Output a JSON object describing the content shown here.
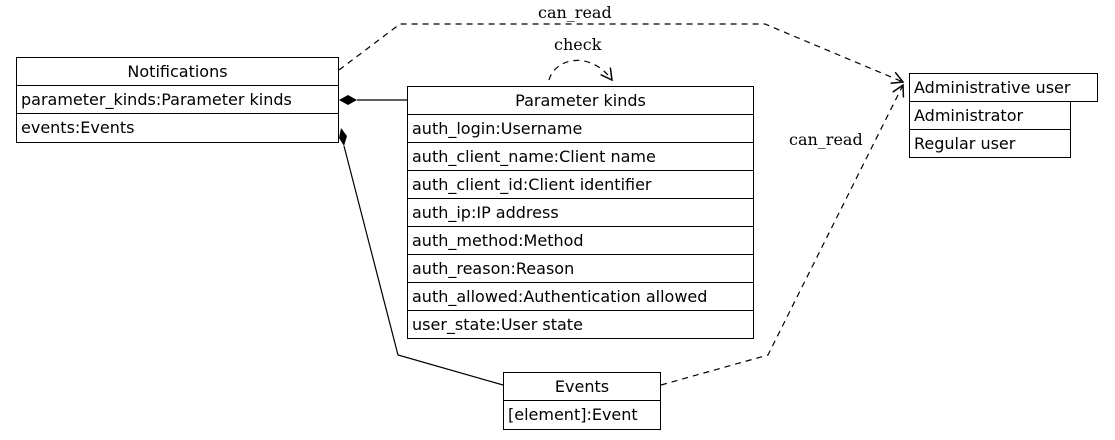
{
  "notifications": {
    "title": "Notifications",
    "rows": [
      "parameter_kinds:Parameter kinds",
      "events:Events"
    ]
  },
  "parameter_kinds": {
    "title": "Parameter kinds",
    "rows": [
      "auth_login:Username",
      "auth_client_name:Client name",
      "auth_client_id:Client identifier",
      "auth_ip:IP address",
      "auth_method:Method",
      "auth_reason:Reason",
      "auth_allowed:Authentication allowed",
      "user_state:User state"
    ]
  },
  "events": {
    "title": "Events",
    "rows": [
      "[element]:Event"
    ]
  },
  "roles": [
    "Administrative user",
    "Administrator",
    "Regular user"
  ],
  "edges": {
    "can_read_top": "can_read",
    "check": "check",
    "can_read_right": "can_read"
  }
}
